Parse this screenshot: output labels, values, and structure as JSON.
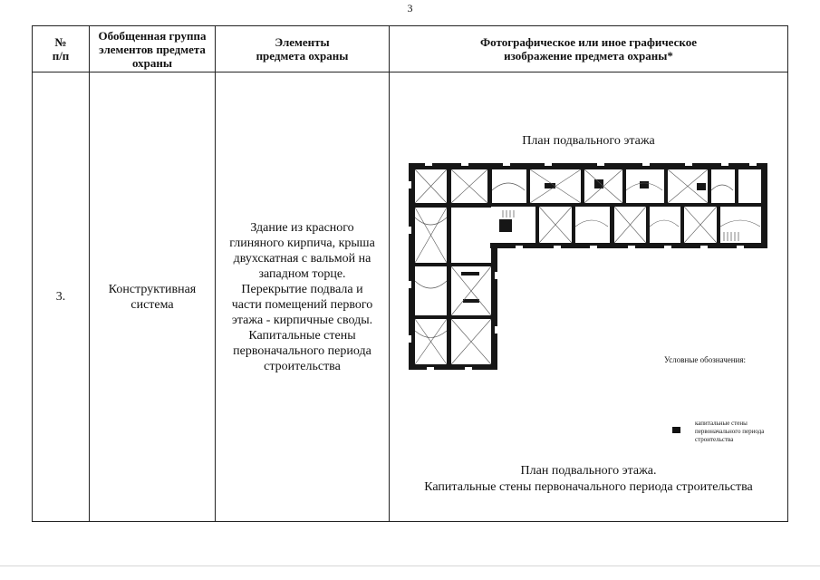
{
  "page_number": "3",
  "table": {
    "headers": {
      "num": "№\nп/п",
      "group": "Обобщенная группа элементов предмета охраны",
      "elements": "Элементы предмета охраны",
      "image": "Фотографическое или иное графическое изображение предмета охраны*"
    },
    "row": {
      "num": "3.",
      "group": "Конструктивная система",
      "elements": "Здание из красного глиняного кирпича, крыша двухскатная с вальмой на западном торце. Перекрытие подвала и части помещений первого этажа - кирпичные своды. Капитальные стены первоначального периода строительства"
    }
  },
  "figure": {
    "plan_title": "План подвального этажа",
    "legend_title": "Условные обозначения:",
    "legend_label": "капитальные стены первоначального периода строительства",
    "legend_color": "#111111",
    "caption_line1": "План подвального этажа.",
    "caption_line2": "Капитальные стены первоначального периода строительства"
  }
}
